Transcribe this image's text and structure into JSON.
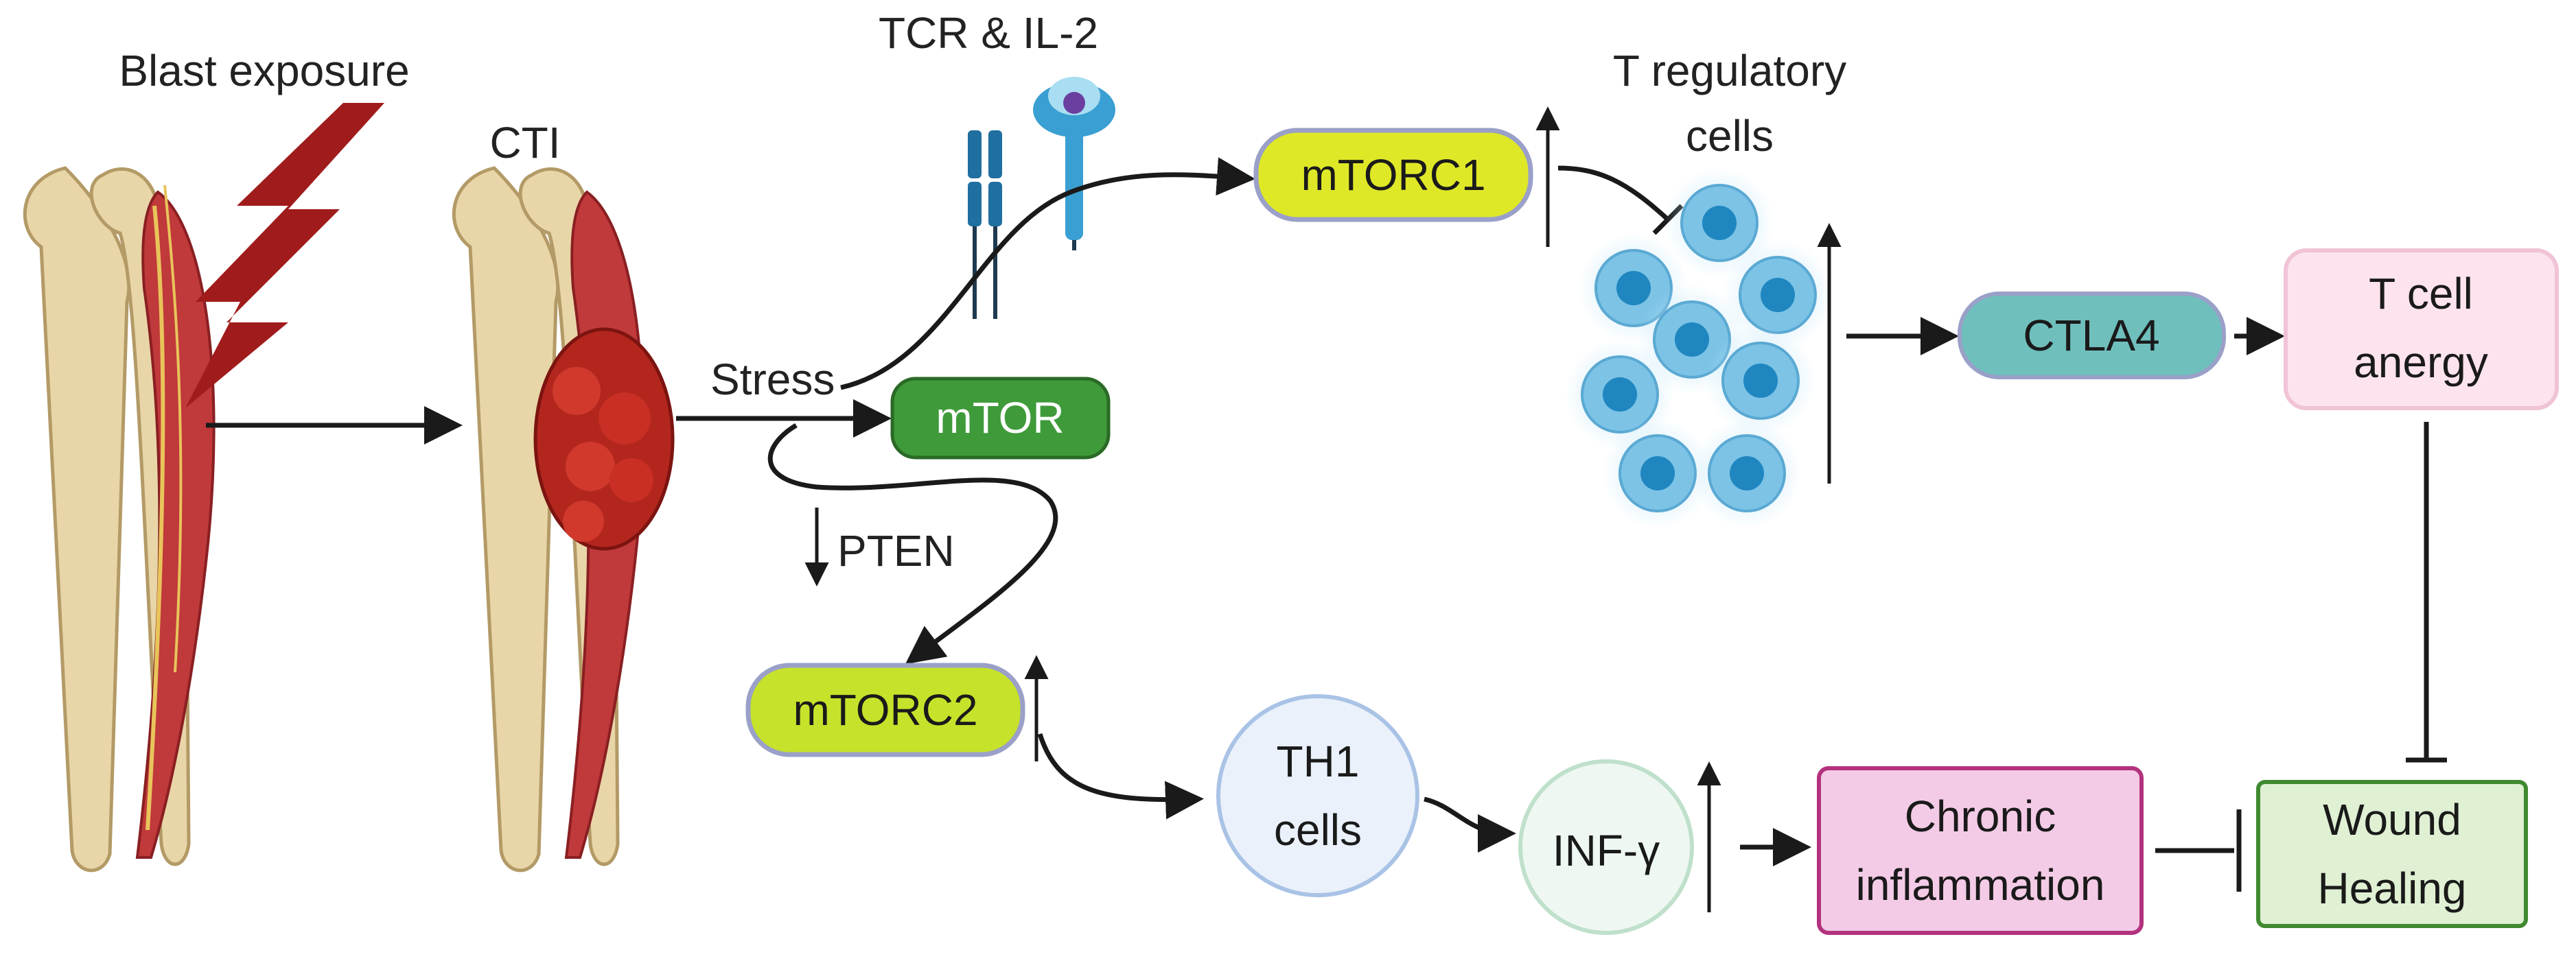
{
  "labels": {
    "blast_exposure": "Blast exposure",
    "cti": "CTI",
    "tcr_il2": "TCR & IL-2",
    "stress": "Stress",
    "pten": "PTEN",
    "treg_line1": "T regulatory",
    "treg_line2": "cells"
  },
  "nodes": {
    "mtor": "mTOR",
    "mtorc1": "mTORC1",
    "mtorc2": "mTORC2",
    "ctla4": "CTLA4",
    "t_cell_anergy_line1": "T cell",
    "t_cell_anergy_line2": "anergy",
    "th1_line1": "TH1",
    "th1_line2": "cells",
    "inf_gamma": "INF-γ",
    "chronic_line1": "Chronic",
    "chronic_line2": "inflammation",
    "wound_line1": "Wound",
    "wound_line2": "Healing"
  },
  "colors": {
    "mtor": "#3f9a3a",
    "mtorc": "#c6e22a",
    "ctla4": "#6fbfbd",
    "anergy": "#fde3ee",
    "th1": "#eaf1fb",
    "inf": "#eef7f1",
    "chronic": "#f3cbe6",
    "wound": "#dff0d3",
    "treg_cell": "#6fb8e0",
    "blast": "#a01c1c"
  }
}
